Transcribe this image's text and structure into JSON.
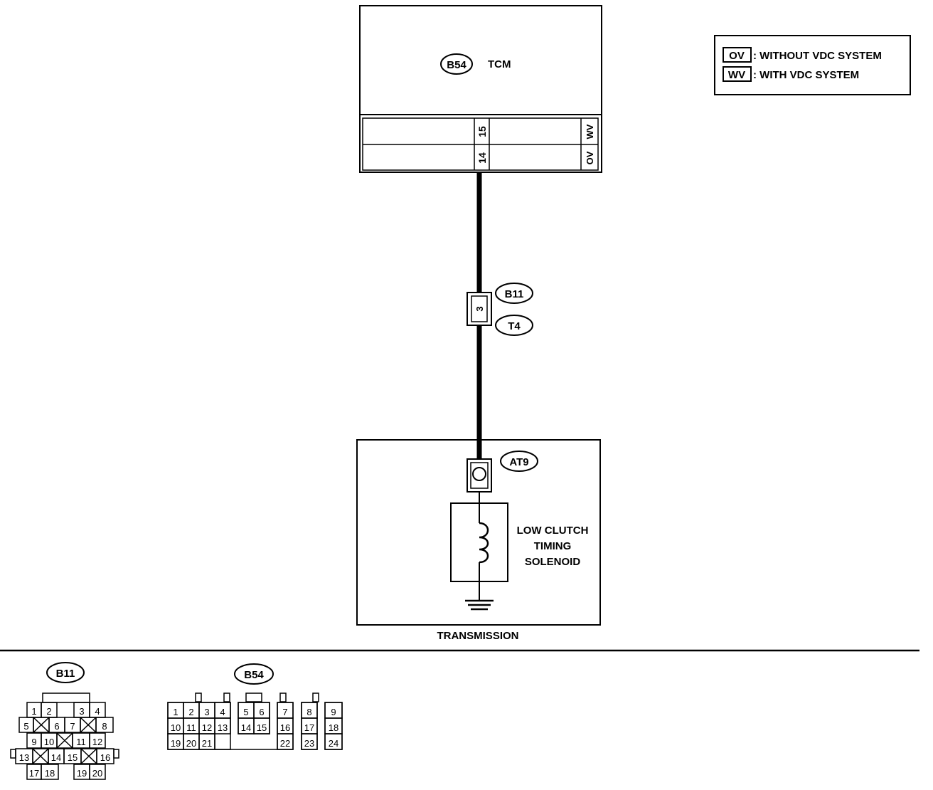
{
  "tcm": {
    "connector": "B54",
    "label": "TCM"
  },
  "tcm_pins": [
    {
      "pin": "15",
      "variant": "WV"
    },
    {
      "pin": "14",
      "variant": "OV"
    }
  ],
  "legend": [
    {
      "code": "OV",
      "text": ": WITHOUT VDC SYSTEM"
    },
    {
      "code": "WV",
      "text": ": WITH VDC SYSTEM"
    }
  ],
  "joint": {
    "pin": "3",
    "upper": "B11",
    "lower": "T4"
  },
  "transmission": {
    "connector": "AT9",
    "solenoid_lines": [
      "LOW CLUTCH",
      "TIMING",
      "SOLENOID"
    ],
    "label": "TRANSMISSION"
  },
  "connector_views": {
    "b11": {
      "name": "B11",
      "rows": [
        [
          "1",
          "2",
          "3",
          "4"
        ],
        [
          "5",
          "6",
          "7",
          "8"
        ],
        [
          "9",
          "10",
          "11",
          "12"
        ],
        [
          "13",
          "14",
          "15",
          "16"
        ],
        [
          "17",
          "18",
          "19",
          "20"
        ]
      ]
    },
    "b54": {
      "name": "B54",
      "rows": [
        [
          "1",
          "2",
          "3",
          "4",
          "5",
          "6",
          "7",
          "8",
          "9"
        ],
        [
          "10",
          "11",
          "12",
          "13",
          "14",
          "15",
          "16",
          "17",
          "18"
        ],
        [
          "19",
          "20",
          "21",
          "22",
          "23",
          "24"
        ]
      ]
    }
  }
}
